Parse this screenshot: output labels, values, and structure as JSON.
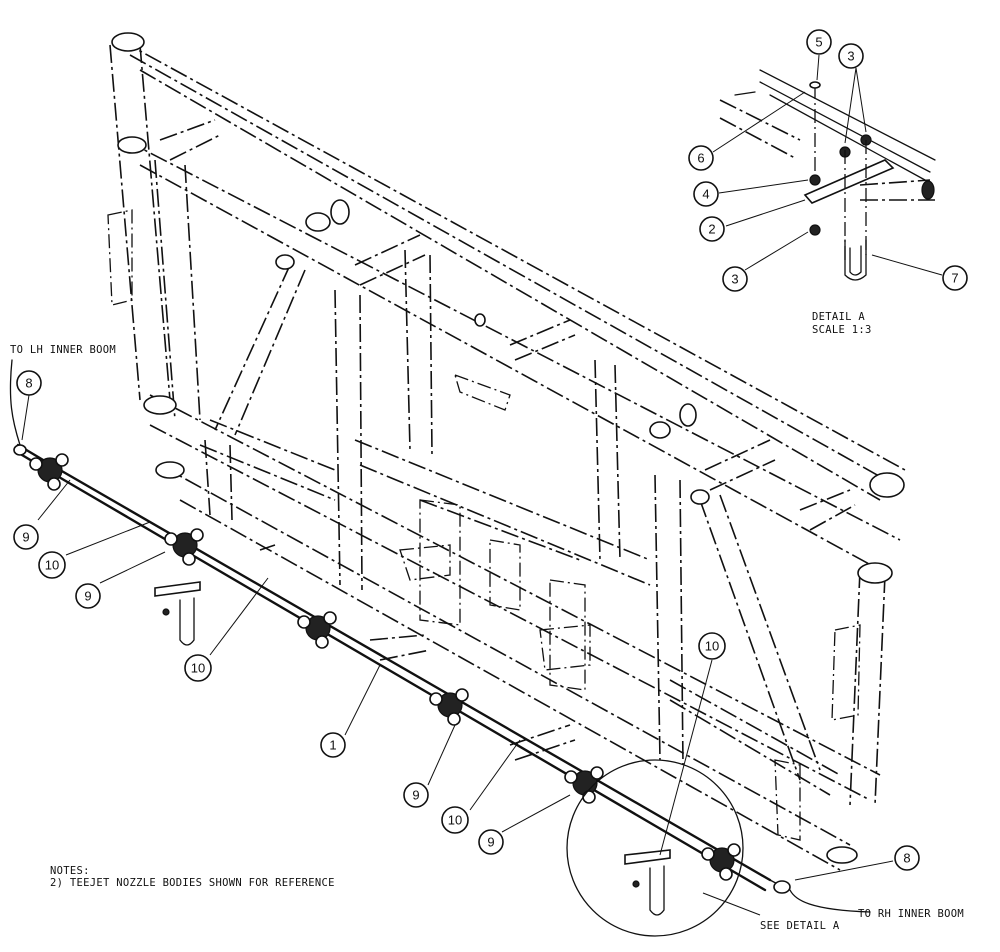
{
  "callouts": {
    "main": [
      {
        "id": "c8l",
        "label": "8"
      },
      {
        "id": "c9a",
        "label": "9"
      },
      {
        "id": "c10a",
        "label": "10"
      },
      {
        "id": "c9b",
        "label": "9"
      },
      {
        "id": "c10b",
        "label": "10"
      },
      {
        "id": "c1",
        "label": "1"
      },
      {
        "id": "c9c",
        "label": "9"
      },
      {
        "id": "c10c",
        "label": "10"
      },
      {
        "id": "c9d",
        "label": "9"
      },
      {
        "id": "c10d",
        "label": "10"
      },
      {
        "id": "c8r",
        "label": "8"
      }
    ],
    "detail": [
      {
        "id": "d5",
        "label": "5"
      },
      {
        "id": "d3a",
        "label": "3"
      },
      {
        "id": "d6",
        "label": "6"
      },
      {
        "id": "d4",
        "label": "4"
      },
      {
        "id": "d2",
        "label": "2"
      },
      {
        "id": "d3b",
        "label": "3"
      },
      {
        "id": "d7",
        "label": "7"
      }
    ]
  },
  "labels": {
    "lh_boom": "TO LH INNER BOOM",
    "rh_boom": "TO RH INNER BOOM",
    "see_detail": "SEE DETAIL  A",
    "detail_title": "DETAIL  A",
    "detail_scale": "SCALE  1:3"
  },
  "notes": {
    "heading": "NOTES:",
    "line2": "2)  TEEJET NOZZLE BODIES SHOWN FOR REFERENCE"
  }
}
